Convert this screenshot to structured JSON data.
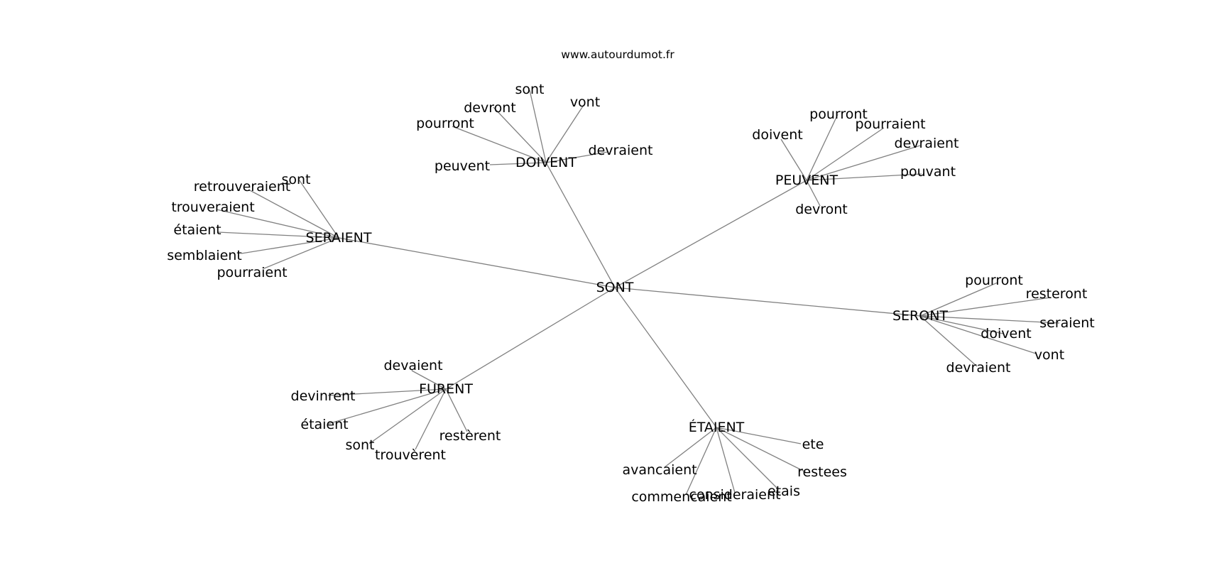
{
  "source": "www.autourdumot.fr",
  "graph": {
    "center": "SONT",
    "hubs": [
      {
        "label": "DOIVENT",
        "words": [
          "sont",
          "devront",
          "pourront",
          "vont",
          "devraient",
          "peuvent"
        ]
      },
      {
        "label": "PEUVENT",
        "words": [
          "doivent",
          "pourront",
          "pourraient",
          "devraient",
          "pouvant",
          "devront"
        ]
      },
      {
        "label": "SERAIENT",
        "words": [
          "sont",
          "retrouveraient",
          "trouveraient",
          "étaient",
          "semblaient",
          "pourraient"
        ]
      },
      {
        "label": "SERONT",
        "words": [
          "pourront",
          "resteront",
          "seraient",
          "doivent",
          "vont",
          "devraient"
        ]
      },
      {
        "label": "FURENT",
        "words": [
          "devaient",
          "devinrent",
          "étaient",
          "sont",
          "trouvèrent",
          "restèrent"
        ]
      },
      {
        "label": "ÉTAIENT",
        "words": [
          "avancaient",
          "commencaient",
          "consideraient",
          "etais",
          "restees",
          "ete"
        ]
      }
    ]
  }
}
